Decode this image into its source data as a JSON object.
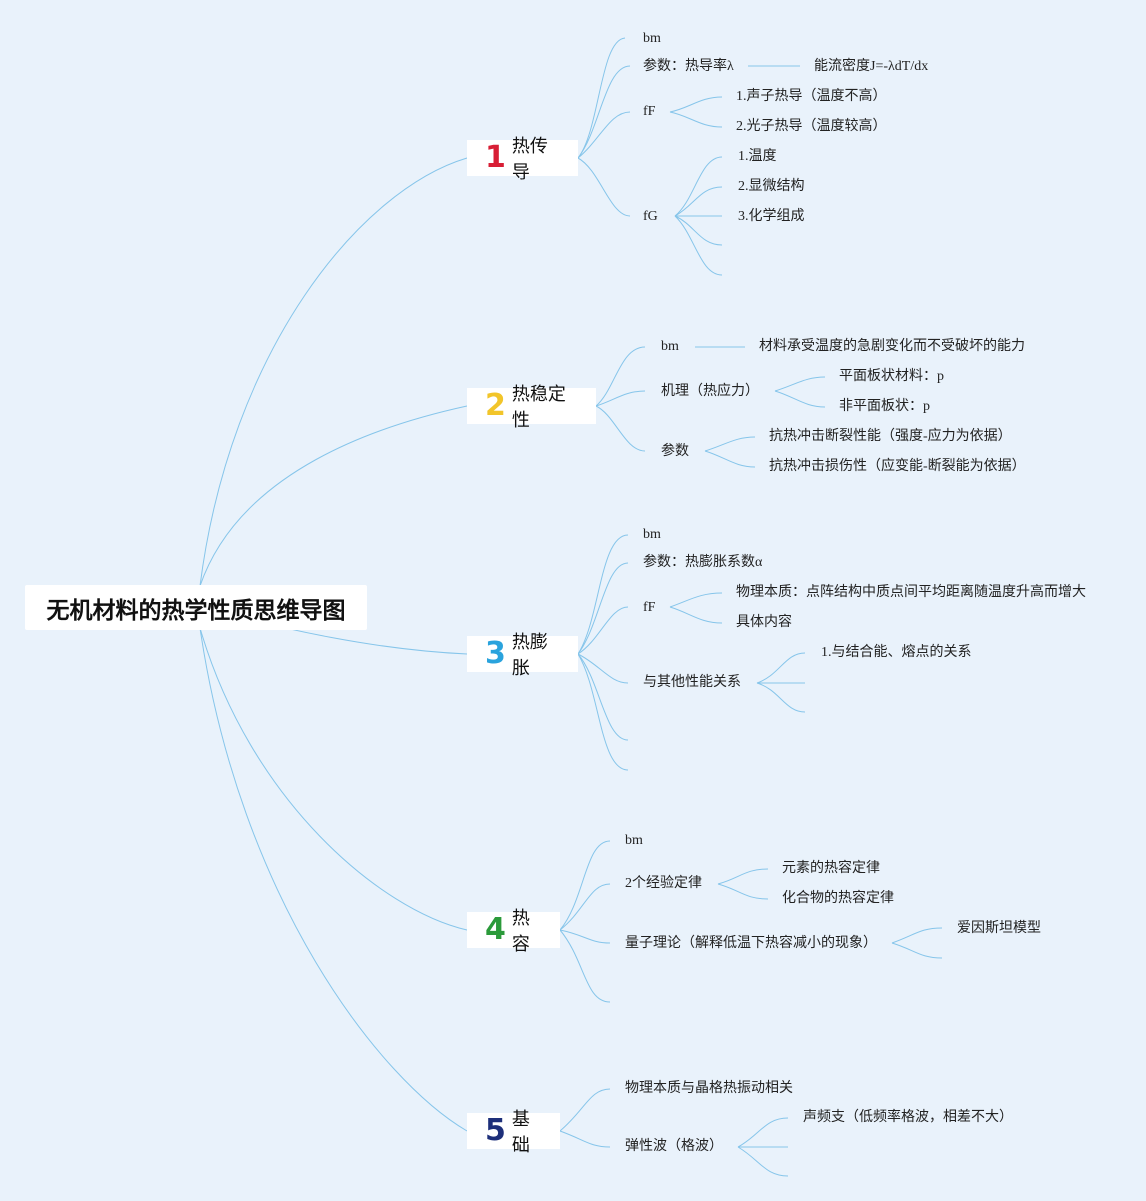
{
  "root": "无机材料的热学性质思维导图",
  "branches": [
    {
      "num": "1",
      "label": "热传导",
      "color": "#d81e35",
      "items": {
        "bm": "bm",
        "param": "参数：热导率λ",
        "param_detail": "能流密度J=-λdT/dx",
        "fF": "fF",
        "fF_1": "1.声子热导（温度不高）",
        "fF_2": "2.光子热导（温度较高）",
        "fG": "fG",
        "fG_1": "1.温度",
        "fG_2": "2.显微结构",
        "fG_3": "3.化学组成"
      }
    },
    {
      "num": "2",
      "label": "热稳定性",
      "color": "#f2c52a",
      "items": {
        "bm": "bm",
        "bm_detail": "材料承受温度的急剧变化而不受破坏的能力",
        "mech": "机理（热应力）",
        "mech_1": "平面板状材料：p",
        "mech_2": "非平面板状：p",
        "param": "参数",
        "param_1": "抗热冲击断裂性能（强度-应力为依据）",
        "param_2": "抗热冲击损伤性（应变能-断裂能为依据）"
      }
    },
    {
      "num": "3",
      "label": "热膨胀",
      "color": "#2aa3dd",
      "items": {
        "bm": "bm",
        "param": "参数：热膨胀系数α",
        "fF": "fF",
        "fF_1": "物理本质：点阵结构中质点间平均距离随温度升高而增大",
        "fF_2": "具体内容",
        "rel": "与其他性能关系",
        "rel_1": "1.与结合能、熔点的关系"
      }
    },
    {
      "num": "4",
      "label": "热容",
      "color": "#2b9a3a",
      "items": {
        "bm": "bm",
        "law": "2个经验定律",
        "law_1": "元素的热容定律",
        "law_2": "化合物的热容定律",
        "quantum": "量子理论（解释低温下热容减小的现象）",
        "quantum_1": "爱因斯坦模型"
      }
    },
    {
      "num": "5",
      "label": "基础",
      "color": "#1d2f7a",
      "items": {
        "phys": "物理本质与晶格热振动相关",
        "wave": "弹性波（格波）",
        "wave_1": "声频支（低频率格波，相差不大）"
      }
    }
  ]
}
